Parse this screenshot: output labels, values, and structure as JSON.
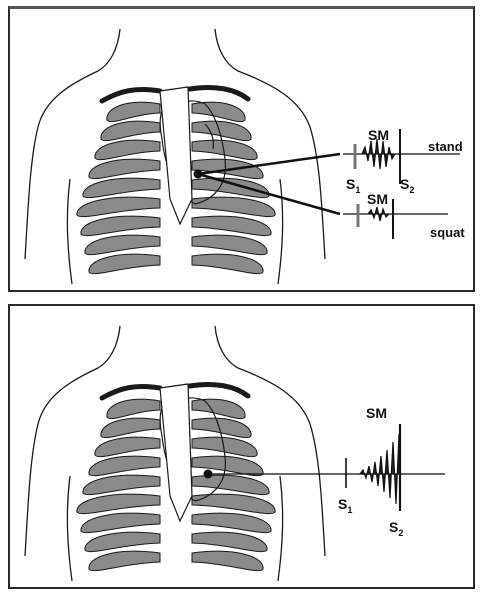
{
  "top_panel": {
    "sm_label": "SM",
    "s1": {
      "letter": "S",
      "sub": "1"
    },
    "s2": {
      "letter": "S",
      "sub": "2"
    },
    "stand_label": "stand",
    "squat_sm_label": "SM",
    "squat_label": "squat"
  },
  "bottom_panel": {
    "sm_label": "SM",
    "s1": {
      "letter": "S",
      "sub": "1"
    },
    "s2": {
      "letter": "S",
      "sub": "2"
    }
  },
  "colors": {
    "ink": "#1a1a1a",
    "rib_fill": "#8a8a8a",
    "border": "#2a2a2a"
  }
}
